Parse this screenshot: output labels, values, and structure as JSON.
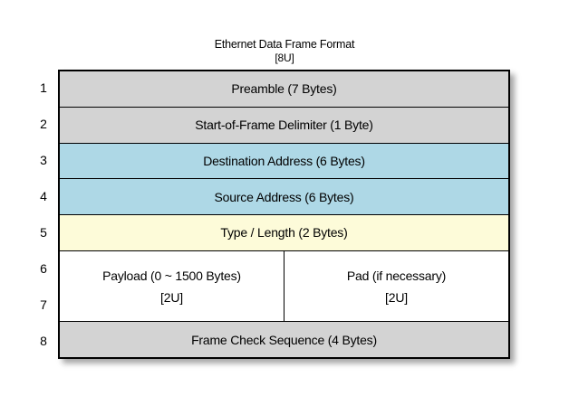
{
  "title": {
    "line1": "Ethernet Data Frame Format",
    "line2": "[8U]"
  },
  "row_numbers": [
    "1",
    "2",
    "3",
    "4",
    "5",
    "6",
    "7",
    "8"
  ],
  "rows": [
    {
      "label": "Preamble (7 Bytes)"
    },
    {
      "label": "Start-of-Frame Delimiter (1 Byte)"
    },
    {
      "label": "Destination Address (6 Bytes)"
    },
    {
      "label": "Source Address (6 Bytes)"
    },
    {
      "label": "Type / Length (2 Bytes)"
    },
    {
      "left": {
        "line1": "Payload (0 ~ 1500 Bytes)",
        "line2": "[2U]"
      },
      "right": {
        "line1": "Pad (if necessary)",
        "line2": "[2U]"
      }
    },
    {
      "label": "Frame Check Sequence (4 Bytes)"
    }
  ],
  "colors": {
    "gray": "#d3d3d3",
    "blue": "#aed8e6",
    "yellow": "#fdfbd9",
    "white": "#ffffff",
    "border": "#000000"
  }
}
